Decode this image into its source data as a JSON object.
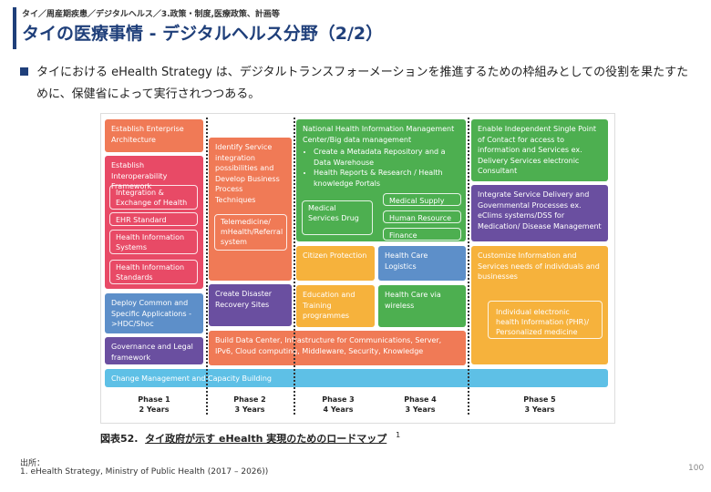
{
  "header": {
    "breadcrumb": "タイ／周産期疾患／デジタルヘルス／3.政策・制度,医療政策、計画等",
    "title": "タイの医療事情 - デジタルヘルス分野（2/2）"
  },
  "body": {
    "text": "タイにおける eHealth Strategy は、デジタルトランスフォーメーションを推進するための枠組みとしての役割を果たすために、保健省によって実行されつつある。"
  },
  "figure": {
    "phase1": {
      "architecture": "Establish Enterprise Architecture",
      "interop_title": "Establish Interoperability Framework",
      "interop_items": [
        "Integration & Exchange of Health Information",
        "EHR Standard",
        "Health Information Systems Interoperability",
        "Health Information Standards"
      ],
      "deploy": "Deploy Common and Specific Applications - >HDC/Shoc",
      "governance": "Governance and Legal framework"
    },
    "phase2": {
      "identify": "Identify Service integration possibilities and Develop Business Process Techniques",
      "telemedicine": "Telemedicine/ mHealth/Referral system",
      "disaster": "Create Disaster Recovery Sites"
    },
    "phase34": {
      "nhim_title": "National Health Information Management Center/Big data management",
      "nhim_items": [
        "Create a Metadata Repository and a Data Warehouse",
        "Health Reports & Research / Health knowledge Portals"
      ],
      "medical_services": "Medical Services Drug",
      "medical_supply": "Medical Supply",
      "human_resource": "Human Resource",
      "finance": "Finance",
      "citizen_protection": "Citizen Protection",
      "logistics": "Health Care Logistics",
      "education": "Education and Training programmes",
      "wireless": "Health Care via wireless"
    },
    "phase5": {
      "single_point": "Enable Independent Single Point of Contact for access to information and Services ex. Delivery Services electronic Consultant",
      "integrate": "Integrate Service Delivery and Governmental Processes ex. eClims systems/DSS for Medication/ Disease Management",
      "customize": "Customize Information and Services needs of individuals and businesses",
      "phr": "Individual electronic health Information (PHR)/ Personalized medicine"
    },
    "build_data_center": "Build Data Center, Infrastructure for Communications, Server, IPv6, Cloud computing, Middleware, Security, Knowledge",
    "change_management": "Change Management and Capacity Building",
    "phases": [
      {
        "name": "Phase 1",
        "years": "2 Years"
      },
      {
        "name": "Phase 2",
        "years": "3 Years"
      },
      {
        "name": "Phase 3",
        "years": "4 Years"
      },
      {
        "name": "Phase 4",
        "years": "3 Years"
      },
      {
        "name": "Phase 5",
        "years": "3 Years"
      }
    ]
  },
  "caption": {
    "label": "図表52.",
    "text": "タイ政府が示す eHealth 実現のためのロードマップ",
    "ref": "1"
  },
  "source": {
    "label": "出所：",
    "item": "1.   eHealth Strategy, Ministry of Public Health (2017 – 2026))"
  },
  "page_number": "100"
}
